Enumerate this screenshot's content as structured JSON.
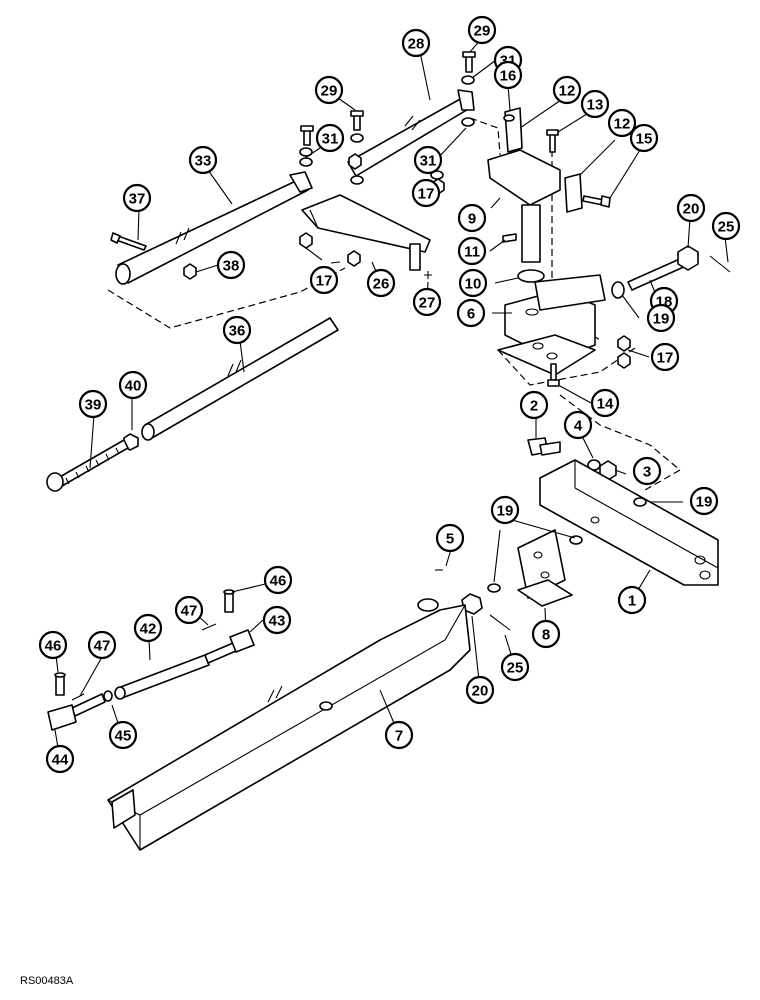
{
  "figure_ref": "RS00483A",
  "callouts": [
    {
      "label": "29"
    },
    {
      "label": "28"
    },
    {
      "label": "31"
    },
    {
      "label": "29"
    },
    {
      "label": "16"
    },
    {
      "label": "12"
    },
    {
      "label": "13"
    },
    {
      "label": "12"
    },
    {
      "label": "31"
    },
    {
      "label": "15"
    },
    {
      "label": "33"
    },
    {
      "label": "31"
    },
    {
      "label": "17"
    },
    {
      "label": "37"
    },
    {
      "label": "9"
    },
    {
      "label": "20"
    },
    {
      "label": "25"
    },
    {
      "label": "11"
    },
    {
      "label": "38"
    },
    {
      "label": "17"
    },
    {
      "label": "26"
    },
    {
      "label": "10"
    },
    {
      "label": "18"
    },
    {
      "label": "27"
    },
    {
      "label": "6"
    },
    {
      "label": "19"
    },
    {
      "label": "36"
    },
    {
      "label": "17"
    },
    {
      "label": "40"
    },
    {
      "label": "14"
    },
    {
      "label": "39"
    },
    {
      "label": "2"
    },
    {
      "label": "4"
    },
    {
      "label": "3"
    },
    {
      "label": "19"
    },
    {
      "label": "19"
    },
    {
      "label": "5"
    },
    {
      "label": "46"
    },
    {
      "label": "47"
    },
    {
      "label": "43"
    },
    {
      "label": "42"
    },
    {
      "label": "1"
    },
    {
      "label": "46"
    },
    {
      "label": "47"
    },
    {
      "label": "8"
    },
    {
      "label": "25"
    },
    {
      "label": "20"
    },
    {
      "label": "7"
    },
    {
      "label": "45"
    },
    {
      "label": "44"
    }
  ]
}
